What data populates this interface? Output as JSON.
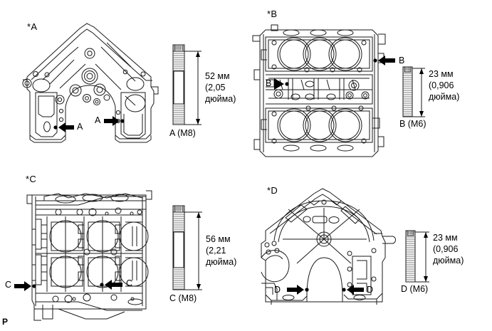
{
  "document": {
    "type": "engine-stud-bolt-location-diagram",
    "corner_mark": "P"
  },
  "panels": [
    {
      "id": "A",
      "star_label": "*A",
      "component": "timing-chain-cover-front-view",
      "callout_letters": [
        "A",
        "A"
      ],
      "bolt": {
        "caption": "A (M8)",
        "thread_size": "M8",
        "length_mm": "52 мм",
        "length_in": "(2,05",
        "length_in_unit": "дюйма)",
        "style": "partially-threaded"
      }
    },
    {
      "id": "B",
      "star_label": "*B",
      "component": "cylinder-block-top-view",
      "callout_letters": [
        "B",
        "B"
      ],
      "bolt": {
        "caption": "B (M6)",
        "thread_size": "M6",
        "length_mm": "23 мм",
        "length_in": "(0,906",
        "length_in_unit": "дюйма)",
        "style": "fully-threaded"
      }
    },
    {
      "id": "C",
      "star_label": "*C",
      "component": "cylinder-block-side-view",
      "callout_letters": [
        "C",
        "C"
      ],
      "bolt": {
        "caption": "C (M8)",
        "thread_size": "M8",
        "length_mm": "56 мм",
        "length_in": "(2,21",
        "length_in_unit": "дюйма)",
        "style": "partially-threaded"
      }
    },
    {
      "id": "D",
      "star_label": "*D",
      "component": "rear-oil-seal-retainer-view",
      "callout_letters": [
        "D",
        "D"
      ],
      "bolt": {
        "caption": "D (M6)",
        "thread_size": "M6",
        "length_mm": "23 мм",
        "length_in": "(0,906",
        "length_in_unit": "дюйма)",
        "style": "fully-threaded"
      }
    }
  ],
  "colors": {
    "line": "#1a1a1a",
    "background": "#ffffff",
    "arrow": "#000000"
  }
}
